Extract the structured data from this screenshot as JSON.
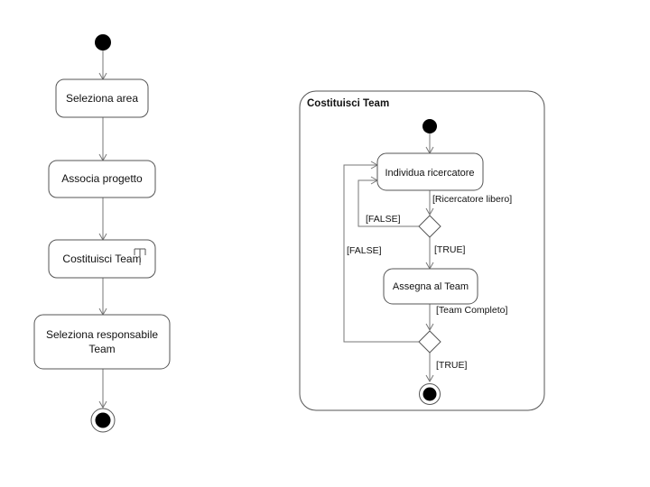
{
  "left_flow": {
    "actions": [
      {
        "lines": [
          "Seleziona area"
        ]
      },
      {
        "lines": [
          "Associa progetto"
        ]
      },
      {
        "lines": [
          "Costituisci Team"
        ]
      },
      {
        "lines": [
          "Seleziona responsabile",
          "Team"
        ]
      }
    ]
  },
  "subactivity": {
    "title": "Costituisci Team",
    "actions": [
      {
        "lines": [
          "Individua ricercatore"
        ]
      },
      {
        "lines": [
          "Assegna al Team"
        ]
      }
    ],
    "guards": {
      "ricercatore_libero": "[Ricercatore libero]",
      "false_inner": "[FALSE]",
      "false_outer": "[FALSE]",
      "true_inner": "[TRUE]",
      "team_completo": "[Team Completo]",
      "true_outer": "[TRUE]"
    }
  },
  "colors": {
    "node_fill": "#000000",
    "stroke": "#555555",
    "edge": "#777777"
  }
}
